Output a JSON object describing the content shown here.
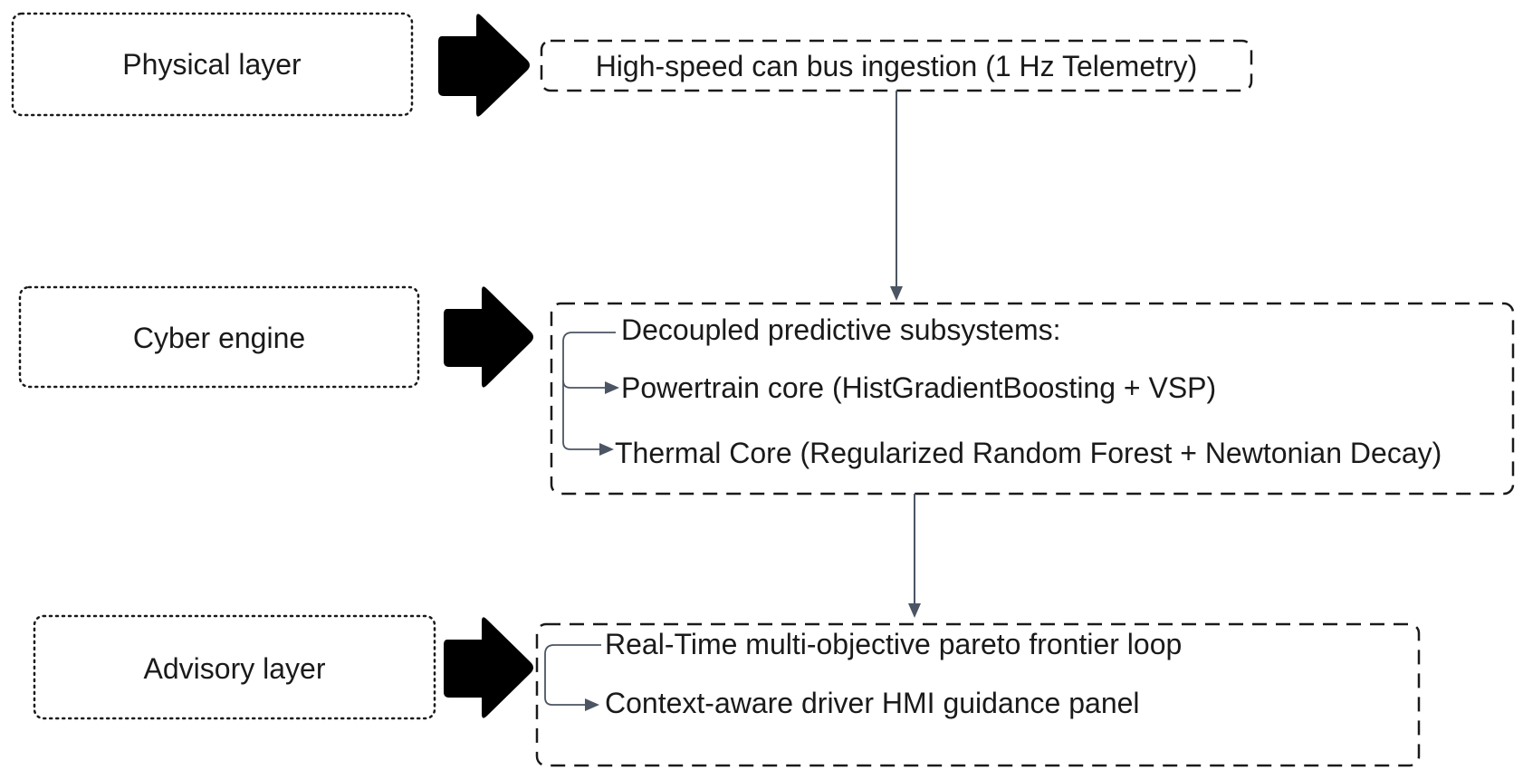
{
  "layers": [
    {
      "id": "physical",
      "label": "Physical layer",
      "lines": [
        "High-speed can bus ingestion (1 Hz Telemetry)"
      ]
    },
    {
      "id": "cyber",
      "label": "Cyber engine",
      "lines": [
        "Decoupled predictive subsystems:",
        "Powertrain core (HistGradientBoosting + VSP)",
        "Thermal Core (Regularized Random Forest + Newtonian Decay)"
      ]
    },
    {
      "id": "advisory",
      "label": "Advisory layer",
      "lines": [
        "Real-Time multi-objective pareto frontier loop",
        "Context-aware driver HMI guidance panel"
      ]
    }
  ],
  "colors": {
    "text": "#1a1a1a",
    "box_border": "#1a1a1a",
    "big_arrow": "#000000",
    "connector": "#4b5563"
  }
}
